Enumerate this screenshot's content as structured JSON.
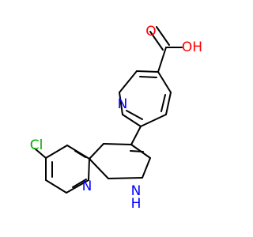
{
  "molecule": {
    "atoms": {
      "oxygen_carbonyl": "O",
      "hydroxyl": "OH",
      "pyridine_nitrogen": "N",
      "chlorine": "Cl",
      "azaindole_nitrogen": "N",
      "pyrrole_nh": "H",
      "pyrrole_n": "N"
    },
    "colors": {
      "oxygen": "#ff0000",
      "nitrogen": "#0000ff",
      "chlorine": "#00aa00",
      "bond": "#000000"
    }
  }
}
